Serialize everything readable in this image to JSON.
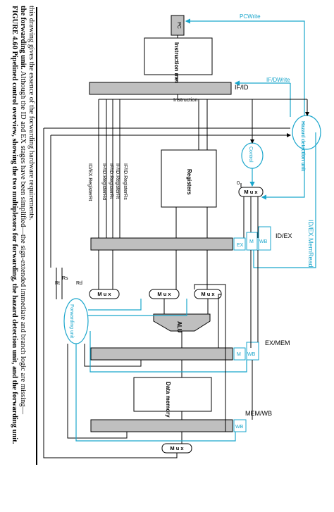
{
  "caption": {
    "bold": "FIGURE 4.60   Pipelined control overview, showing the two multiplexors for forwarding, the hazard detection unit, and the forwarding unit.",
    "line2_bold": "the forwarding unit.",
    "line2_rest": " Although the ID and EX stages have been simplified—the sign-extended immediate and branch logic are missing—",
    "line3": "this drawing gives the essence of the forwarding hardware requirements."
  },
  "labels": {
    "pc": "PC",
    "pcwrite": "PCWrite",
    "instruction_memory": "Instruction memory",
    "ifid": "IF/ID",
    "ifdwrite": "IF/DWrite",
    "instruction": "Instruction",
    "hazard_unit": "Hazard detection unit",
    "control": "Control",
    "registers": "Registers",
    "zero": "0",
    "mux": "M u x",
    "idex": "ID/EX",
    "idex_memread": "ID/EX.MemRead",
    "ex": "EX",
    "m": "M",
    "wb": "WB",
    "exmem": "EX/MEM",
    "memwb": "MEM/WB",
    "alu": "ALU",
    "forwarding_unit": "Forwarding unit",
    "data_memory": "Data memory",
    "rs": "Rs",
    "rt": "Rt",
    "rd": "Rd",
    "ifid_rs": "IF/ID.RegisterRs",
    "ifid_rt1": "IF/ID.RegisterRt",
    "ifid_rt2": "IF/ID.RegisterRt",
    "ifid_rd": "IF/ID.RegisterRd",
    "idex_rt": "ID/EX.RegisterRt"
  },
  "colors": {
    "control_path": "#1aa6cc",
    "datapath": "#000000",
    "register_fill": "#bfbfbf"
  }
}
